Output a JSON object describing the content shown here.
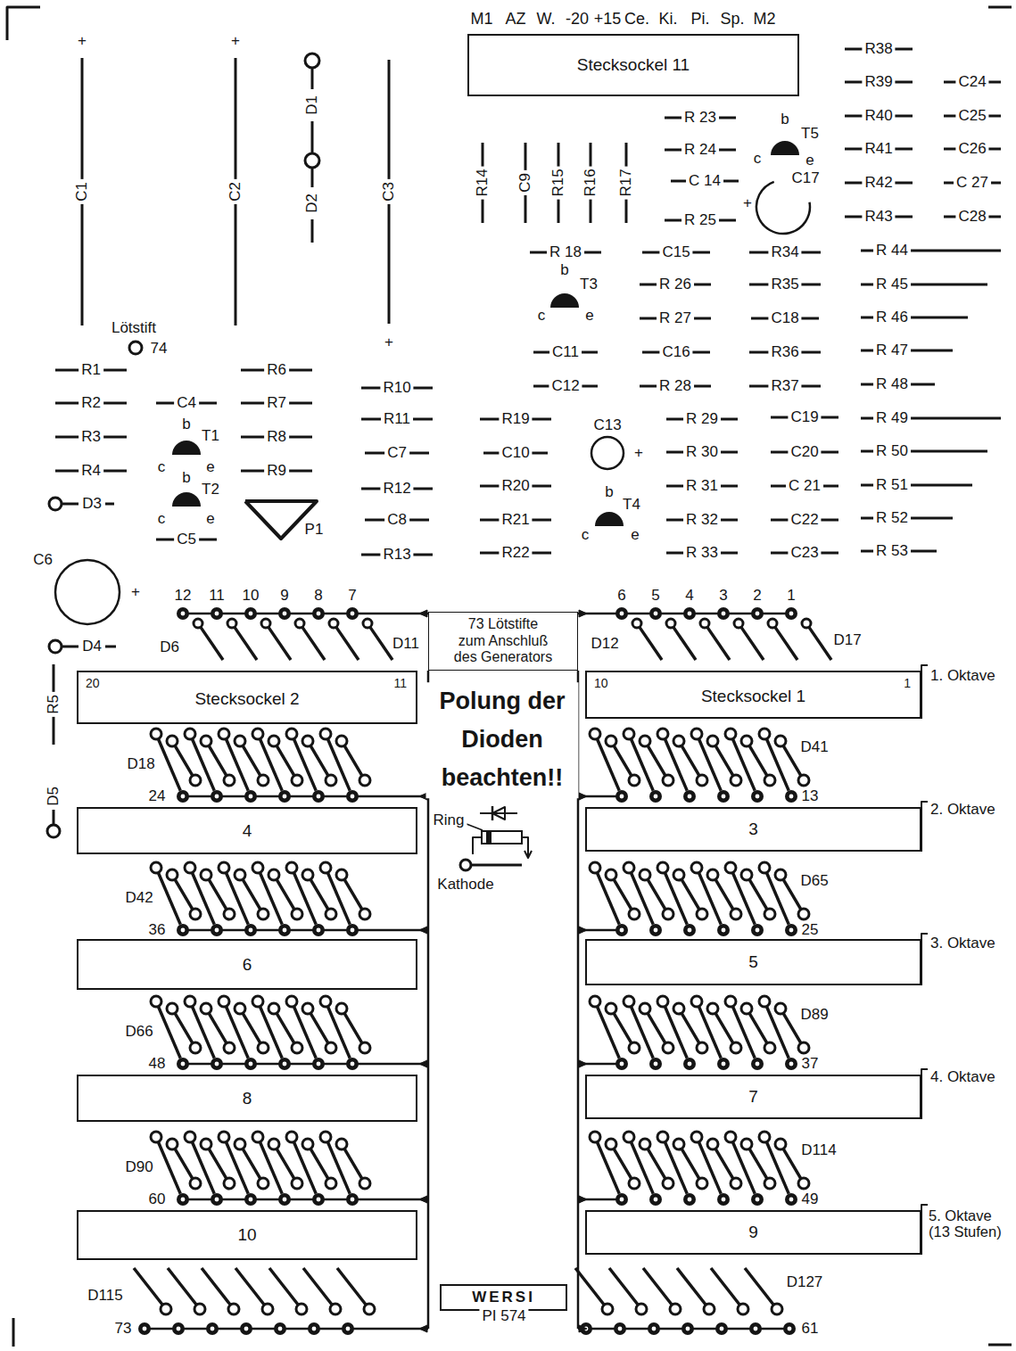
{
  "diagram": {
    "nodes": [
      {
        "text": [
          "Stecksockel 11"
        ]
      },
      {
        "text": [
          "73 Lötstifte zum Anschluß des Generators"
        ]
      },
      {
        "text": [
          "20",
          "Stecksockel 2",
          "11"
        ]
      },
      {
        "text": [
          "10",
          "Stecksockel 1",
          "1"
        ]
      },
      {
        "text": [
          "4"
        ]
      },
      {
        "text": [
          "3"
        ]
      },
      {
        "text": [
          "6"
        ]
      },
      {
        "text": [
          "5"
        ]
      },
      {
        "text": [
          "8"
        ]
      },
      {
        "text": [
          "7"
        ]
      },
      {
        "text": [
          "10"
        ]
      },
      {
        "text": [
          "9"
        ]
      },
      {
        "text": [
          "WERSI"
        ]
      }
    ],
    "labels": [
      "M1",
      "AZ",
      "W.",
      "-20",
      "+15",
      "Ce.",
      "Ki.",
      "Pi.",
      "Sp.",
      "M2",
      "+",
      "C1",
      "+",
      "C2",
      "D1",
      "D2",
      "C3",
      "+",
      "R14",
      "C9",
      "R15",
      "R16",
      "R17",
      "R 23",
      "R 24",
      "C 14",
      "R 25",
      "b",
      "T5",
      "c",
      "e",
      "C17",
      "+",
      "R38",
      "R39",
      "R40",
      "R41",
      "R42",
      "R43",
      "C24",
      "C25",
      "C26",
      "C 27",
      "C28",
      "R 18",
      "C15",
      "R34",
      "R 44",
      "b",
      "T3",
      "c",
      "e",
      "R 26",
      "R35",
      "R 45",
      "R 27",
      "C18",
      "R 46",
      "C11",
      "C16",
      "R36",
      "R 47",
      "C12",
      "R 28",
      "R37",
      "R 48",
      "R 29",
      "C19",
      "R 49",
      "R 30",
      "C20",
      "R 50",
      "R 31",
      "C 21",
      "R 51",
      "R 32",
      "C22",
      "R 52",
      "R 33",
      "C23",
      "R 53",
      "C13",
      "+",
      "b",
      "T4",
      "c",
      "e",
      "Lötstift",
      "74",
      "R1",
      "R2",
      "R3",
      "R4",
      "D3",
      "C4",
      "b",
      "T1",
      "c",
      "e",
      "b",
      "T2",
      "c",
      "e",
      "C5",
      "R6",
      "R7",
      "R8",
      "R9",
      "P1",
      "R10",
      "R11",
      "C7",
      "R12",
      "C8",
      "R13",
      "R19",
      "C10",
      "R20",
      "R21",
      "R22",
      "C6",
      "+",
      "D4",
      "R5",
      "D5",
      "12",
      "11",
      "10",
      "9",
      "8",
      "7",
      "D6",
      "D11",
      "6",
      "5",
      "4",
      "3",
      "2",
      "1",
      "D12",
      "D17",
      "D18",
      "24",
      "D41",
      "13",
      "D42",
      "36",
      "D65",
      "25",
      "D66",
      "48",
      "D89",
      "37",
      "D90",
      "60",
      "D114",
      "49",
      "D115",
      "73",
      "D127",
      "61",
      "1. Oktave",
      "2. Oktave",
      "3. Oktave",
      "4. Oktave",
      "5. Oktave (13 Stufen)",
      "Polung der Dioden beachten!!",
      "Ring",
      "Kathode",
      "PI 574"
    ]
  }
}
